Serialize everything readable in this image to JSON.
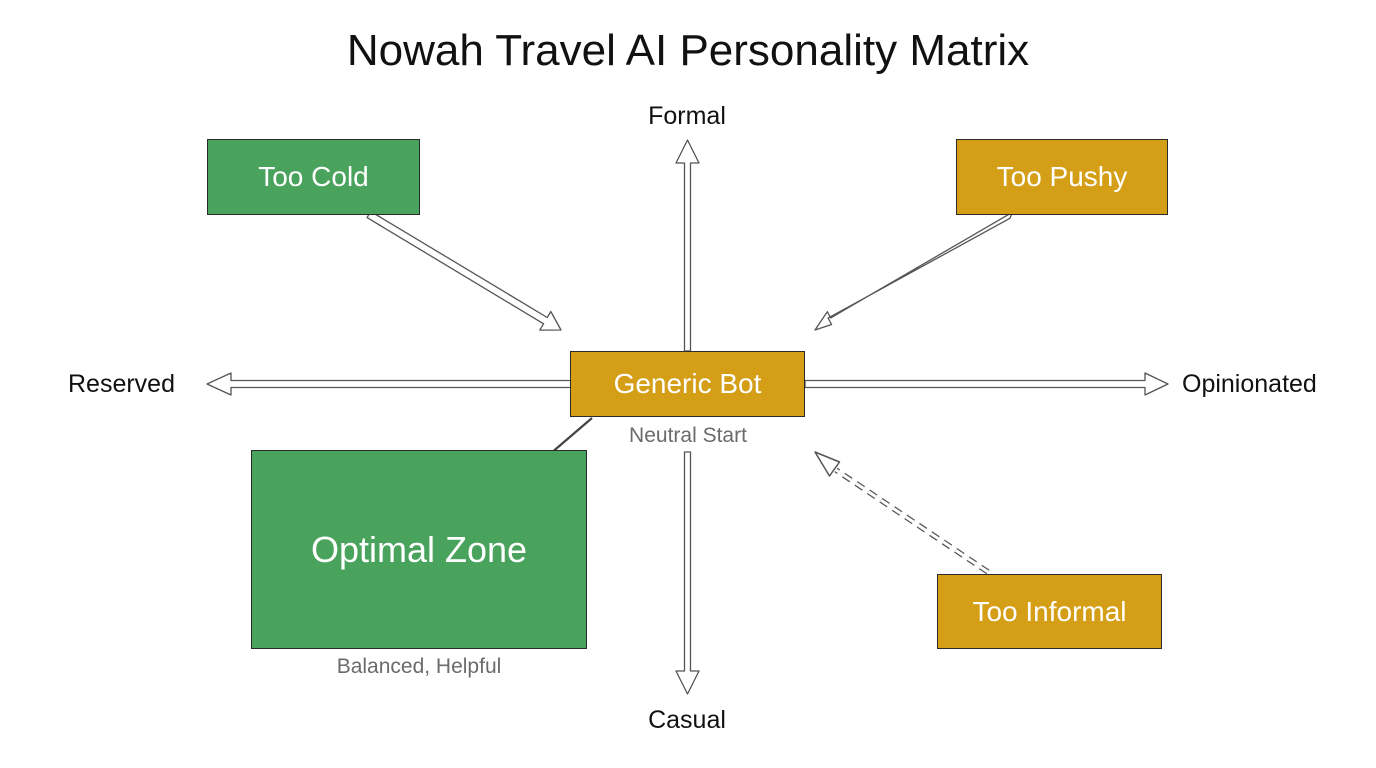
{
  "title": "Nowah Travel AI Personality Matrix",
  "axes": {
    "top": "Formal",
    "bottom": "Casual",
    "left": "Reserved",
    "right": "Opinionated"
  },
  "nodes": {
    "too_cold": "Too Cold",
    "too_pushy": "Too Pushy",
    "generic_bot": "Generic Bot",
    "optimal_zone": "Optimal Zone",
    "too_informal": "Too Informal"
  },
  "captions": {
    "neutral_start": "Neutral Start",
    "balanced": "Balanced, Helpful"
  },
  "colors": {
    "green": "#4aa35c",
    "gold": "#d49e16",
    "outline": "#2b2b2b",
    "caption": "#6b6b6b"
  }
}
